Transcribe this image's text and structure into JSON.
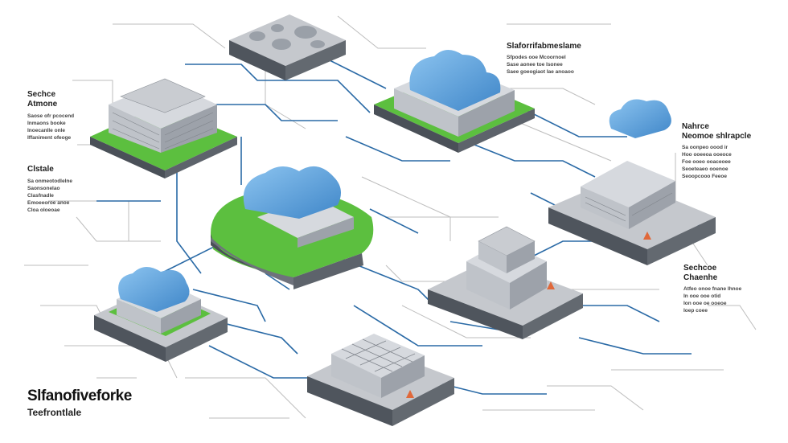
{
  "brand": {
    "title": "Slfanofiveforke",
    "subtitle": "Teefrontlale"
  },
  "labels": {
    "top_left": {
      "title": "Sechce",
      "subtitle": "Atmone",
      "lines": [
        "Saose ofr pcocend",
        "Inmaons booke",
        "Inoecanlle onle",
        "Iffaniment ofeoge"
      ]
    },
    "mid_left": {
      "title": "Clstale",
      "lines": [
        "Sa onmeotodlelne",
        "Saonsonelao",
        "Clasfnadle",
        "Emoeeoroe anoe",
        "Cloa oloeoae"
      ]
    },
    "top_center": {
      "title": "Slaforrifabmeslame",
      "lines": [
        "Sfpodes ooe Mcoornoel",
        "Sase aonee toe  Isonee",
        "Saee goeogiaot Iae anoaoo"
      ]
    },
    "right_mid": {
      "title": "Nahrce",
      "subtitle": "Neomoe shlrapcle",
      "lines": [
        "Sa oonpeo oood ir",
        "Hoo ooeeoa ooeoce",
        "Foe ooeo ooaceoee",
        "Seoeteaeo ooenoe",
        "Seoopcooo Feeoe"
      ]
    },
    "right_low": {
      "title": "Sechcoe",
      "subtitle": "Chaenhe",
      "lines": [
        "Atfeo onoe fnane Ihnoe",
        "In ooe ooe otid",
        "Ion ooe oe ooeoe",
        "Ioep coee"
      ]
    }
  },
  "colors": {
    "cloud": "#6fb0e6",
    "cloud_shade": "#4a8fcf",
    "grass": "#5cbf3f",
    "slab": "#6e727c",
    "building": "#bfc3c9",
    "line_blue": "#1f5f99",
    "line_gray": "#b8b8b8"
  }
}
